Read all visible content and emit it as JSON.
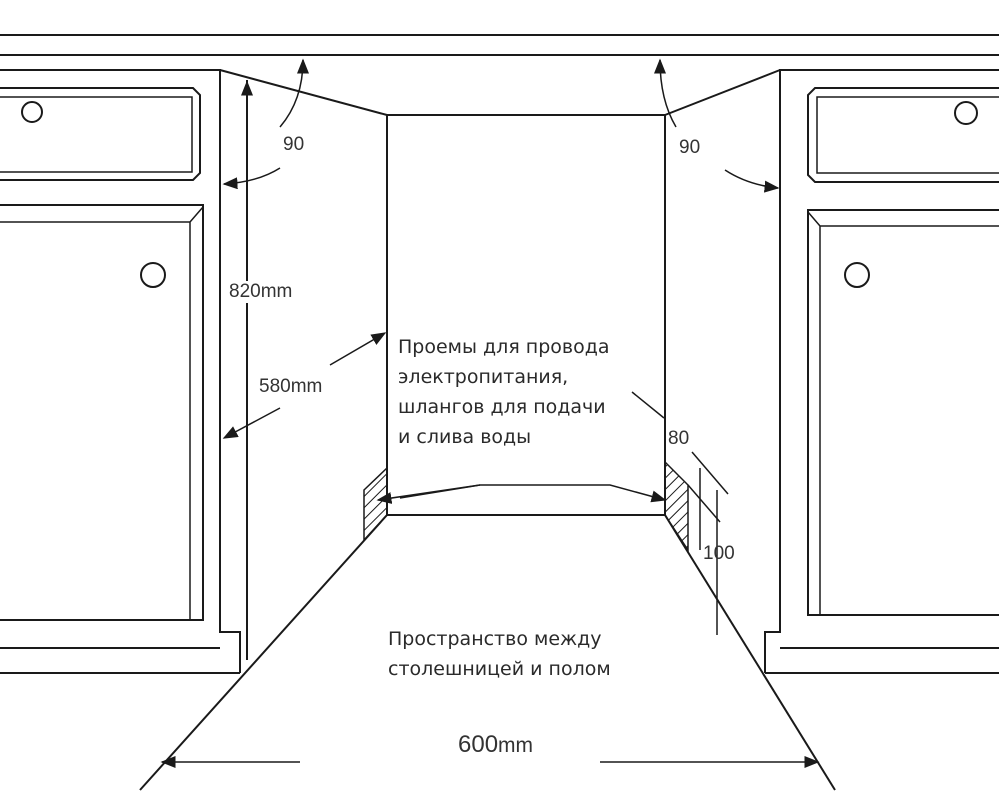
{
  "dimensions": {
    "height": "820mm",
    "depth": "580mm",
    "width_value": "600",
    "width_unit": "mm",
    "angle_left": "90",
    "angle_right": "90",
    "opening_depth": "80",
    "opening_height": "100"
  },
  "labels": {
    "openings": [
      "Проемы для провода",
      "электропитания,",
      "шлангов  для  подачи",
      "и слива воды"
    ],
    "space": [
      "Пространство между",
      "столешницей и полом"
    ]
  }
}
